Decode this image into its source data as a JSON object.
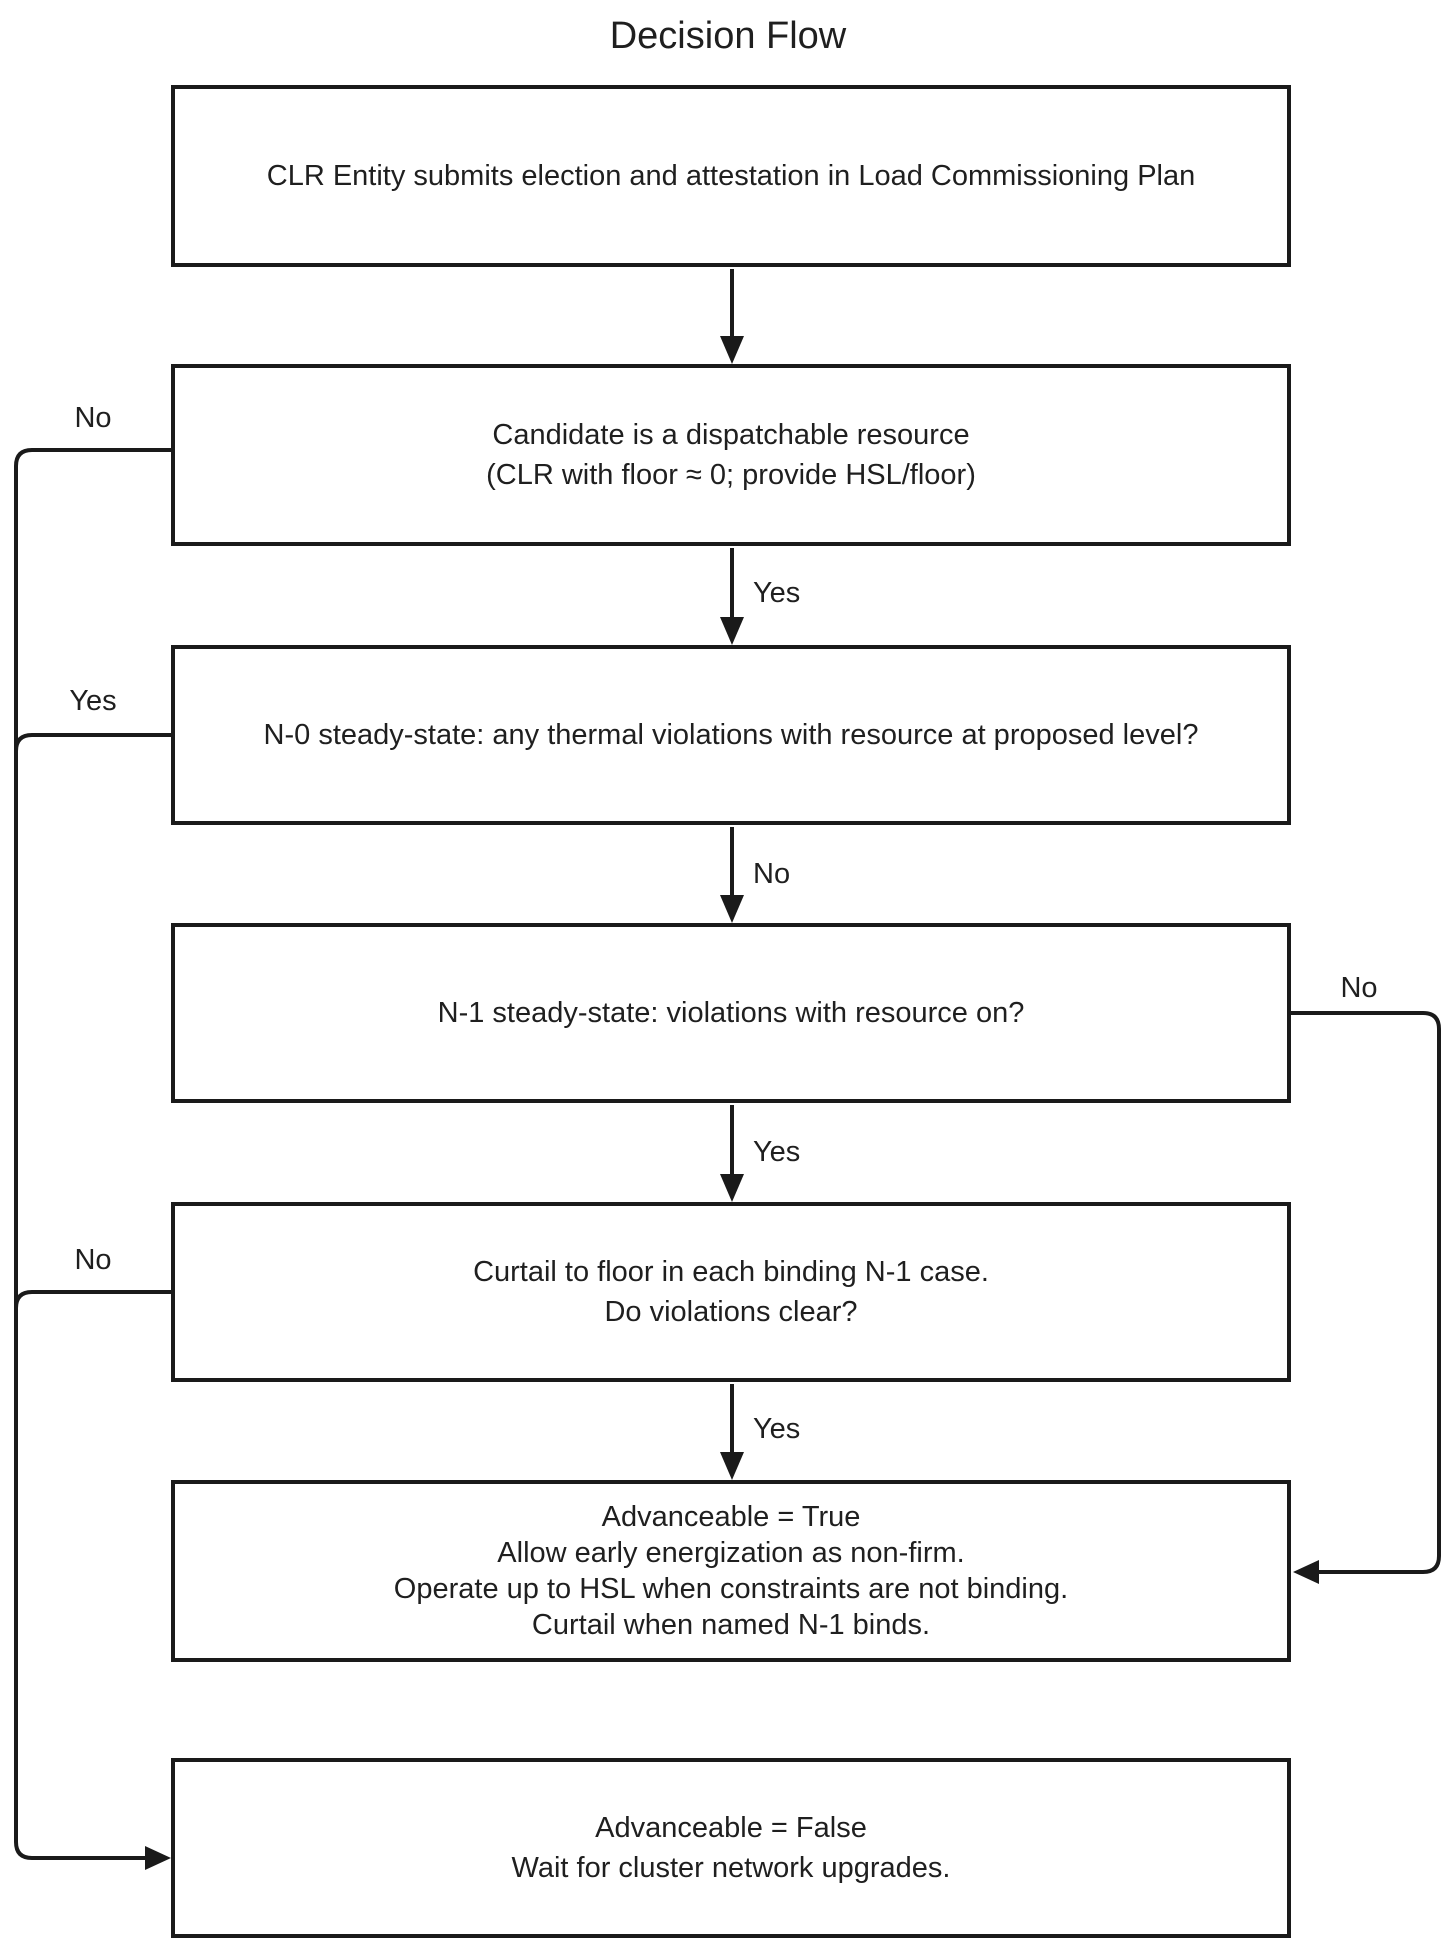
{
  "title": "Decision Flow",
  "colors": {
    "background": "#ffffff",
    "line": "#1a1a1a",
    "text": "#1f1f1f"
  },
  "boxes": {
    "submit": {
      "lines": [
        "CLR Entity submits election and attestation in Load Commissioning Plan"
      ]
    },
    "dispatchable": {
      "lines": [
        "Candidate is a dispatchable resource",
        "(CLR with floor ≈ 0; provide HSL/floor)"
      ]
    },
    "n0": {
      "lines": [
        "N-0 steady-state: any thermal violations with resource at proposed level?"
      ]
    },
    "n1": {
      "lines": [
        "N-1 steady-state: violations with resource on?"
      ]
    },
    "curtail": {
      "lines": [
        "Curtail to floor in each binding N-1 case.",
        "Do violations clear?"
      ]
    },
    "advanceable_true": {
      "lines": [
        "Advanceable = True",
        "Allow early energization as non-firm.",
        "Operate up to HSL when constraints are not binding.",
        "Curtail when named N-1 binds."
      ]
    },
    "advanceable_false": {
      "lines": [
        "Advanceable = False",
        "Wait for cluster network upgrades."
      ]
    }
  },
  "edges": [
    {
      "from": "submit",
      "to": "dispatchable",
      "label": ""
    },
    {
      "from": "dispatchable",
      "to": "n0",
      "label": "Yes"
    },
    {
      "from": "dispatchable",
      "to": "advanceable_false",
      "label": "No"
    },
    {
      "from": "n0",
      "to": "n1",
      "label": "No"
    },
    {
      "from": "n0",
      "to": "advanceable_false",
      "label": "Yes"
    },
    {
      "from": "n1",
      "to": "curtail",
      "label": "Yes"
    },
    {
      "from": "n1",
      "to": "advanceable_true",
      "label": "No"
    },
    {
      "from": "curtail",
      "to": "advanceable_true",
      "label": "Yes"
    },
    {
      "from": "curtail",
      "to": "advanceable_false",
      "label": "No"
    }
  ]
}
